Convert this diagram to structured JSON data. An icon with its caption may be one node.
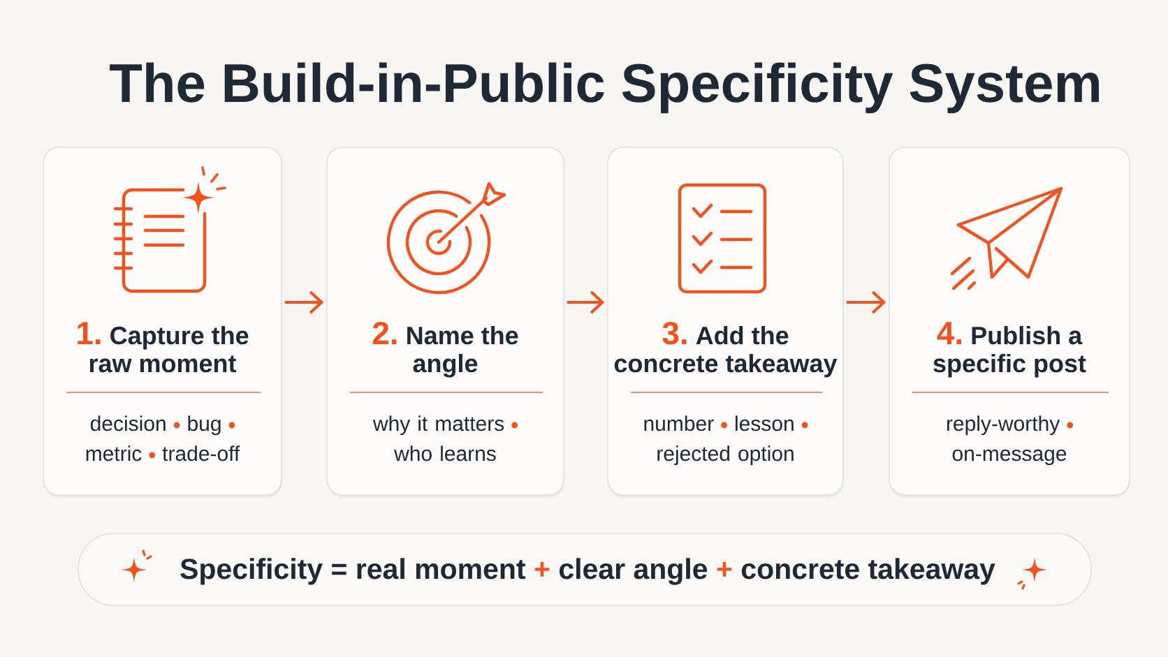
{
  "diagram": {
    "title": "The Build-in-Public Specificity System",
    "nodes": [
      {
        "text": [
          "1.",
          "Capture the raw moment",
          "decision",
          "bug",
          "metric",
          "trade-off"
        ]
      },
      {
        "text": [
          "2.",
          "Name the angle",
          "why it matters",
          "who learns"
        ]
      },
      {
        "text": [
          "3.",
          "Add the concrete takeaway",
          "number",
          "lesson",
          "rejected option"
        ]
      },
      {
        "text": [
          "4.",
          "Publish a specific post",
          "reply-worthy",
          "on-message"
        ]
      },
      {
        "text": [
          "Specificity =",
          "real moment",
          "+",
          "clear angle",
          "+",
          "concrete takeaway"
        ]
      }
    ],
    "edges": [
      {
        "from": 0,
        "to": 1,
        "arrow": "to"
      },
      {
        "from": 1,
        "to": 2,
        "arrow": "to"
      },
      {
        "from": 2,
        "to": 3,
        "arrow": "to"
      }
    ]
  }
}
